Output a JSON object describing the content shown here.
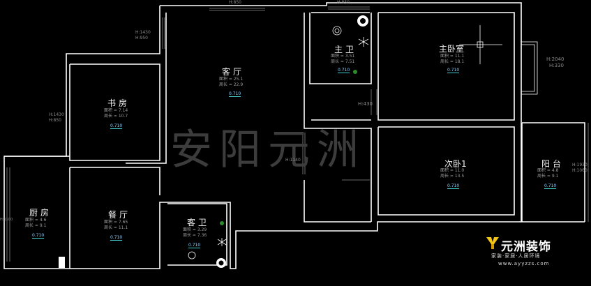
{
  "rooms": {
    "living": {
      "name": "客厅",
      "area": "面积 = 25.1",
      "perimeter": "周长 = 22.9",
      "level": "0.710"
    },
    "master_bath": {
      "name": "主卫",
      "area": "面积 = 3.51",
      "perimeter": "周长 = 7.51",
      "level": "0.710"
    },
    "master_bed": {
      "name": "主卧室",
      "area": "面积 = 11.1",
      "perimeter": "周长 = 18.1",
      "level": "0.710"
    },
    "study": {
      "name": "书房",
      "area": "面积 = 7.14",
      "perimeter": "周长 = 10.7",
      "level": "0.710"
    },
    "second_bed": {
      "name": "次卧1",
      "area": "面积 = 11.0",
      "perimeter": "周长 = 13.5",
      "level": "0.710"
    },
    "balcony": {
      "name": "阳台",
      "area": "面积 = 4.8",
      "perimeter": "周长 = 9.1",
      "level": "0.710"
    },
    "kitchen": {
      "name": "厨房",
      "area": "面积 = 4.6",
      "perimeter": "周长 = 9.1",
      "level": "0.710"
    },
    "dining": {
      "name": "餐厅",
      "area": "面积 = 7.65",
      "perimeter": "周长 = 11.1",
      "level": "0.710"
    },
    "guest_bath": {
      "name": "客卫",
      "area": "面积 = 3.29",
      "perimeter": "周长 = 7.36",
      "level": "0.710"
    }
  },
  "dimensions": {
    "top": "H:850",
    "top_right": "H:850",
    "left_upper": "H:1430",
    "left_upper_2": "H:950",
    "left_mid": "H:1430",
    "left_mid_2": "H:850",
    "center": "H:1140",
    "passage": "H:430",
    "window_right": "H:2040",
    "window_right_2": "H:330",
    "balcony_right": "H:1930",
    "balcony_right_2": "H:1060",
    "kitchen_left": "H:1100"
  },
  "watermark": "安阳元洲",
  "brand": {
    "name": "元洲装饰",
    "slogan": "家装·家居·人居环境",
    "url": "www.ayyzzs.com",
    "colors": {
      "accent": "#f5c518",
      "lines": "#ffffff",
      "text": "#f0f0f0",
      "level_line": "#44cccc"
    }
  }
}
